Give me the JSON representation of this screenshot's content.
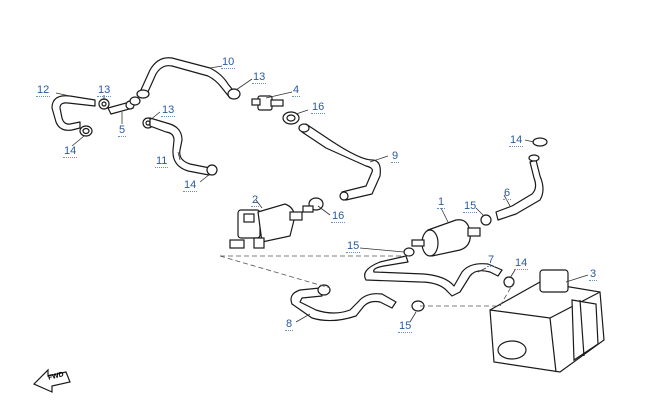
{
  "callouts": [
    {
      "id": "c12a",
      "text": "12"
    },
    {
      "id": "c13a",
      "text": "13"
    },
    {
      "id": "c5",
      "text": "5"
    },
    {
      "id": "c13b",
      "text": "13"
    },
    {
      "id": "c14a",
      "text": "14"
    },
    {
      "id": "c10",
      "text": "10"
    },
    {
      "id": "c13c",
      "text": "13"
    },
    {
      "id": "c4",
      "text": "4"
    },
    {
      "id": "c16a",
      "text": "16"
    },
    {
      "id": "c11",
      "text": "11"
    },
    {
      "id": "c14b",
      "text": "14"
    },
    {
      "id": "c9",
      "text": "9"
    },
    {
      "id": "c14c",
      "text": "14"
    },
    {
      "id": "c6",
      "text": "6"
    },
    {
      "id": "c2",
      "text": "2"
    },
    {
      "id": "c16b",
      "text": "16"
    },
    {
      "id": "c1",
      "text": "1"
    },
    {
      "id": "c15a",
      "text": "15"
    },
    {
      "id": "c15b",
      "text": "15"
    },
    {
      "id": "c7",
      "text": "7"
    },
    {
      "id": "c14d",
      "text": "14"
    },
    {
      "id": "c3",
      "text": "3"
    },
    {
      "id": "c8",
      "text": "8"
    },
    {
      "id": "c15c",
      "text": "15"
    }
  ],
  "fwd_arrow": {
    "text": "FWD",
    "icon": "forward-arrow-icon"
  },
  "colors": {
    "callout": "#2a5a9e",
    "line": "#1a1a1a"
  }
}
